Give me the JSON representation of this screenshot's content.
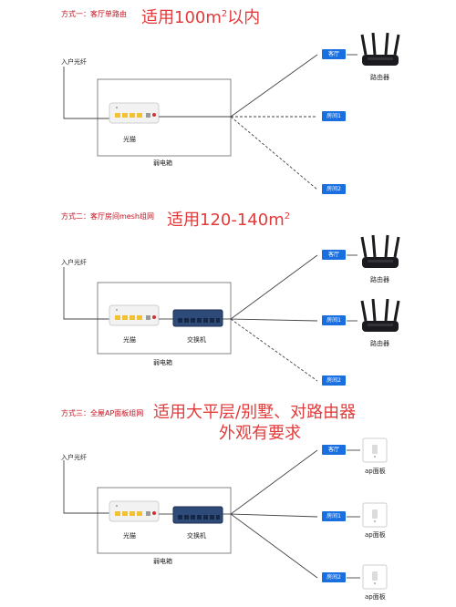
{
  "sections": [
    {
      "title": "方式一：客厅单路由",
      "callout": "适用100m",
      "callout_sup": "2",
      "callout_tail": "以内",
      "fiber_label": "入户光纤",
      "modem_label": "光猫",
      "box_label": "弱电箱",
      "rooms": [
        "客厅",
        "房间1",
        "房间2"
      ],
      "device_label": "路由器"
    },
    {
      "title": "方式二：客厅房间mesh组网",
      "callout": "适用120-140m",
      "callout_sup": "2",
      "fiber_label": "入户光纤",
      "modem_label": "光猫",
      "switch_label": "交换机",
      "box_label": "弱电箱",
      "rooms": [
        "客厅",
        "房间1",
        "房间2"
      ],
      "device_labels": [
        "路由器",
        "路由器"
      ]
    },
    {
      "title": "方式三：全屋AP面板组网",
      "callout_line1": "适用大平层/别墅、对路由器",
      "callout_line2": "外观有要求",
      "fiber_label": "入户光纤",
      "modem_label": "光猫",
      "switch_label": "交换机",
      "box_label": "弱电箱",
      "rooms": [
        "客厅",
        "房间1",
        "房间2"
      ],
      "device_labels": [
        "ap面板",
        "ap面板",
        "ap面板"
      ]
    }
  ],
  "colors": {
    "accent_red": "#e23b3b",
    "title_red": "#c1121f",
    "tag_blue": "#1a6fe0"
  }
}
